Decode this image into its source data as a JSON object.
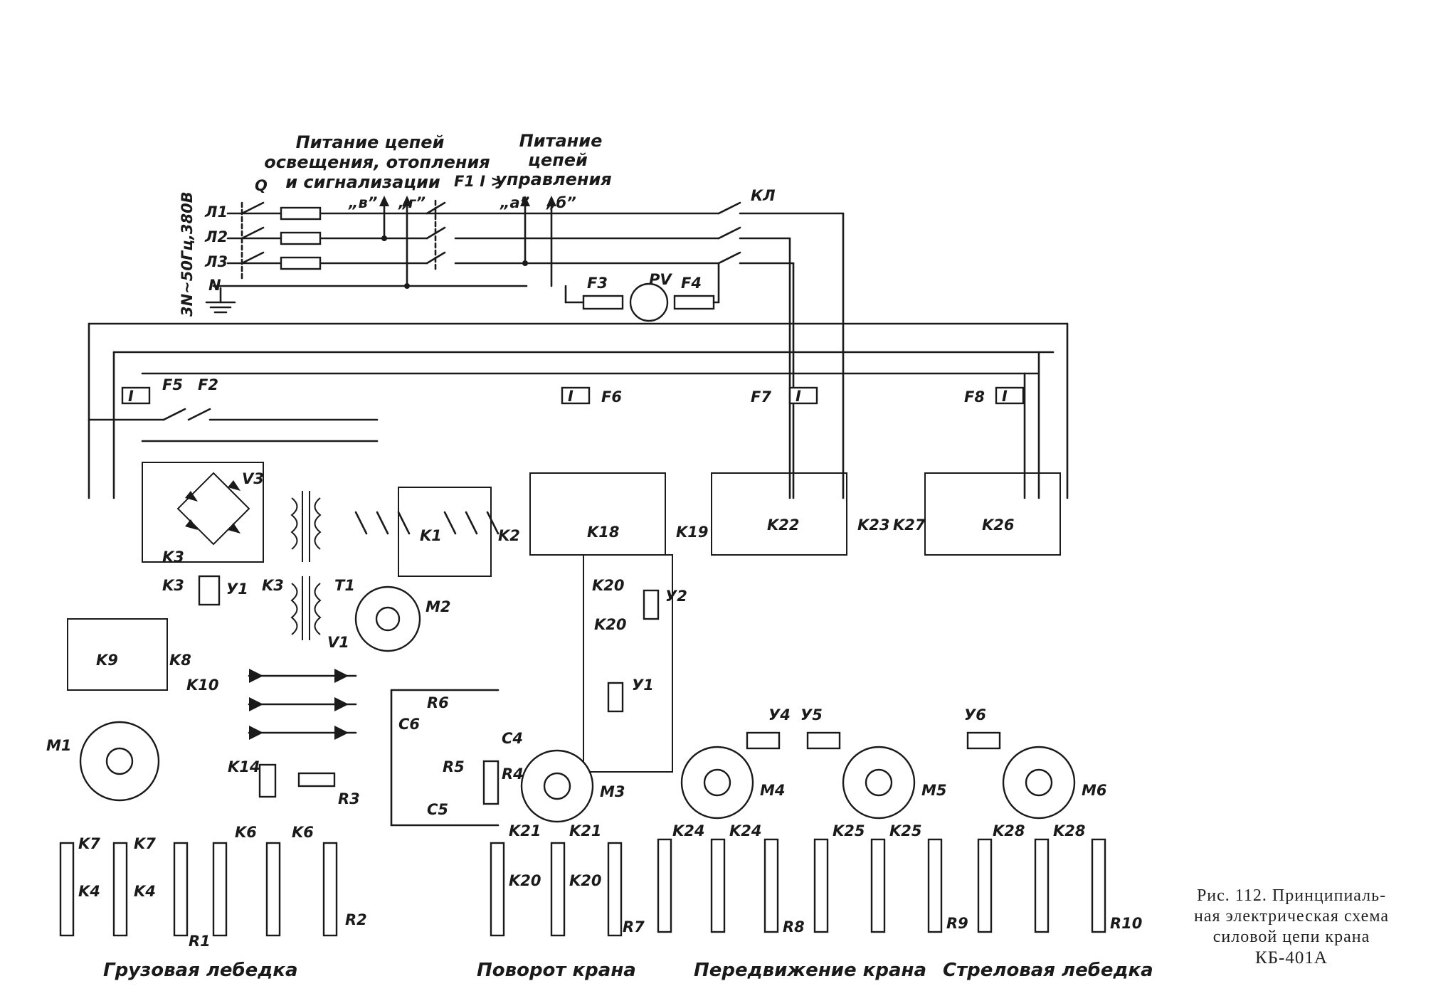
{
  "headers": {
    "lighting_line1": "Питание цепей",
    "lighting_line2": "освещения, отопления",
    "lighting_line3": "и сигнализации",
    "control_line1": "Питание",
    "control_line2": "цепей",
    "control_line3": "управления"
  },
  "supply": {
    "voltage": "3N~50Гц,380В",
    "phases": [
      "Л1",
      "Л2",
      "Л3",
      "N"
    ],
    "taps": [
      "„в”",
      "„г”",
      "„а”",
      "„б”"
    ]
  },
  "components": {
    "Q": "Q",
    "F1": "F1 I >",
    "KL": "КЛ",
    "F3": "F3",
    "F4": "F4",
    "PV": "PV",
    "F2": "F2",
    "F5": "F5",
    "I": "I",
    "F6": "F6",
    "F7": "F7",
    "F8": "F8",
    "V3": "V3",
    "K3": "K3",
    "Y1": "У1",
    "T1": "T1",
    "M2": "M2",
    "V1": "V1",
    "K1": "K1",
    "K2": "K2",
    "K9": "K9",
    "K8": "K8",
    "K10": "K10",
    "K14": "K14",
    "M1": "M1",
    "R3": "R3",
    "C6": "C6",
    "R6": "R6",
    "C4": "C4",
    "R5": "R5",
    "R4": "R4",
    "C5": "C5",
    "K18": "K18",
    "K19": "K19",
    "K20": "K20",
    "Y2": "У2",
    "M3": "M3",
    "K22": "K22",
    "K23": "K23",
    "Y4": "У4",
    "Y5": "У5",
    "M4": "M4",
    "M5": "M5",
    "K27": "K27",
    "K26": "K26",
    "Y6": "У6",
    "M6": "M6",
    "K7": "K7",
    "K4": "K4",
    "K6": "K6",
    "R1": "R1",
    "R2": "R2",
    "K21": "K21",
    "R7": "R7",
    "K24": "K24",
    "R8": "R8",
    "K25": "K25",
    "R9": "R9",
    "K28": "K28",
    "R10": "R10"
  },
  "sections": {
    "cargo": "Грузовая   лебедка",
    "slewing": "Поворот крана",
    "travel": "Передвижение крана",
    "boom": "Стреловая лебедка"
  },
  "caption": {
    "line1": "Рис. 112. Принципиаль-",
    "line2": "ная электрическая схема",
    "line3": "силовой цепи крана",
    "model": "КБ-401А"
  }
}
